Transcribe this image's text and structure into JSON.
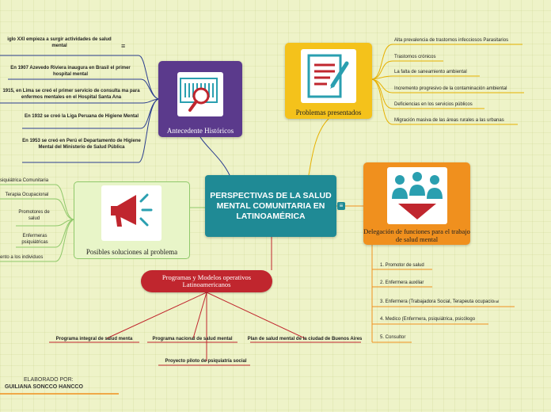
{
  "center": {
    "title": "PERSPECTIVAS DE LA SALUD MENTAL COMUNITARIA EN LATINOAMÉRICA"
  },
  "antecedentes": {
    "label": "Antecedente Históricos",
    "items": [
      "iglo XXI empieza  a surgir actividades de salud mental",
      "En 1907 Azevedo Riviera inaugura en Brasil el primer hospital mental",
      "1915, en Lima se creó el primer servicio de consulta ma para enfermos mentales en el Hospital Santa Ana",
      "En  1932 se creó la Liga Peruana de Higiene Mental",
      "En 1953 se creó en Perú el Departamento de Higiene Mental del Ministerio de Salud Pública"
    ]
  },
  "problemas": {
    "label": "Problemas presentados",
    "items": [
      "Alta prevalencia de trastornos infecciosos Parasitarios",
      "Trastornos crónicos",
      "La falta de saneamiento ambiental",
      "Incremento progresivo de la contaminación ambiental",
      "Deficiencias en los servicios públicos",
      "Migración masiva de las áreas rurales a las urbanas"
    ]
  },
  "delegacion": {
    "label": "Delegación de funciones para el trabajo de salud mental",
    "items": [
      "1. Promotor de salud",
      "2. Enfermera auxiliar",
      "3. Enfermera (Trabajadora Social, Terapeuta ocupacio",
      "4. Medico (Enfermera, psiquiátrica, psicólogo",
      "5. Consultor"
    ],
    "item3_suffix": "nal"
  },
  "soluciones": {
    "label": "Posibles soluciones al problema",
    "items": [
      "siquiátrica Comunitaria",
      "Terapia Ocupacional",
      "Promotores de salud",
      "Enfermeras psiquiátricas",
      "ento a los individuos"
    ]
  },
  "programas": {
    "label": "Programas y Modelos operativos Latinoamericanos",
    "items": [
      "Programa integral de salud menta",
      "Programa nacional de salud  mental",
      "Proyecto piloto de psiquiatría social",
      "Plan de salud mental de la ciudad de Buenos Aires"
    ]
  },
  "author": {
    "label": "ELABORADO POR:",
    "name": "GUILIANA SONCCO HANCCO"
  },
  "colors": {
    "center": "#1f8a95",
    "antecedentes": "#5b3a8c",
    "problemas": "#f4c21b",
    "delegacion": "#f0901e",
    "soluciones": "#8fc86a",
    "programas": "#c0262e",
    "author_line": "#f0901e"
  },
  "icons": {
    "antecedentes": "magnifier-barcode-icon",
    "problemas": "document-pencil-icon",
    "delegacion": "team-meeting-icon",
    "soluciones": "megaphone-icon",
    "menu": "menu-icon"
  }
}
